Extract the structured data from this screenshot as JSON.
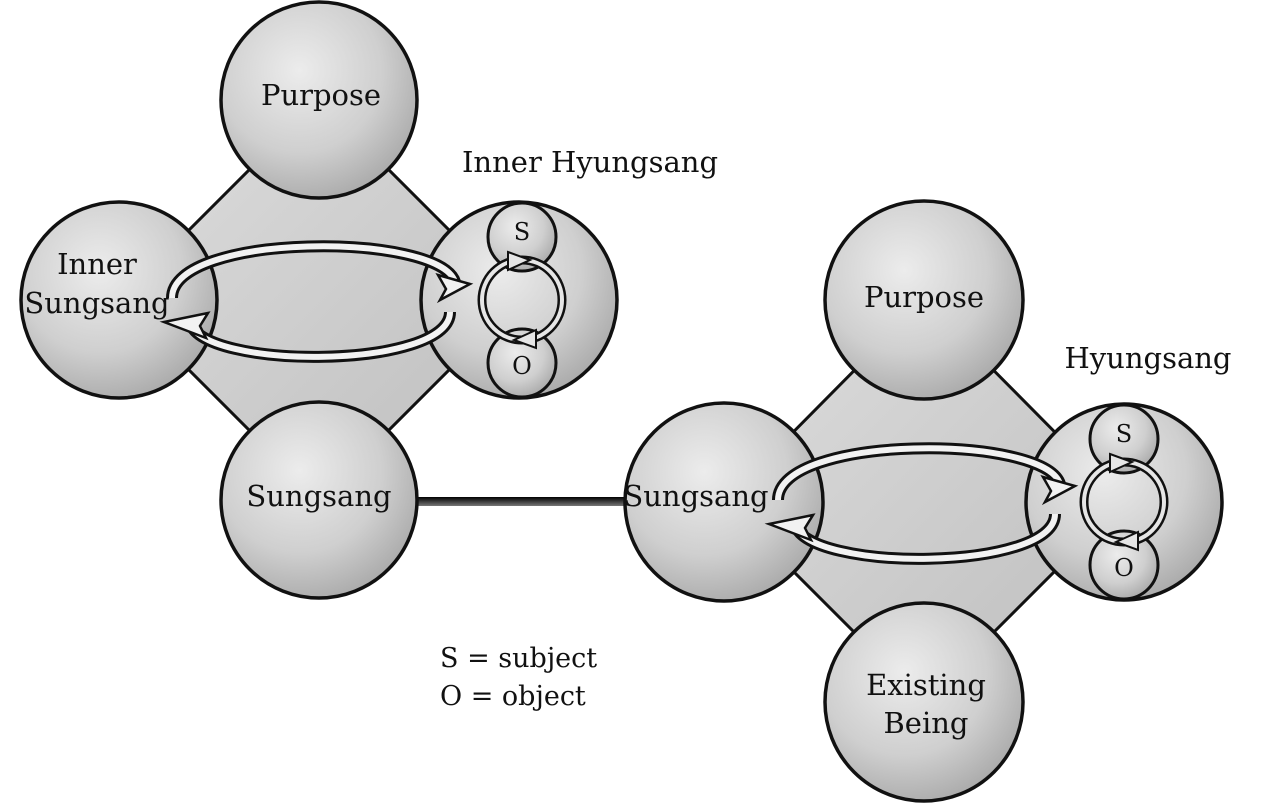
{
  "left_diagram": {
    "header": "Inner Hyungsang",
    "top": "Purpose",
    "left_line1": "Inner",
    "left_line2": "Sungsang",
    "bottom": "Sungsang",
    "subject": "S",
    "object": "O"
  },
  "right_diagram": {
    "header": "Hyungsang",
    "top": "Purpose",
    "left": "Sungsang",
    "bottom_line1": "Existing",
    "bottom_line2": "Being",
    "subject": "S",
    "object": "O"
  },
  "legend": {
    "line1": "S = subject",
    "line2": "O = object"
  },
  "colors": {
    "fill": "#c9c9c9",
    "fill_light": "#eeeeee",
    "stroke": "#111111"
  }
}
